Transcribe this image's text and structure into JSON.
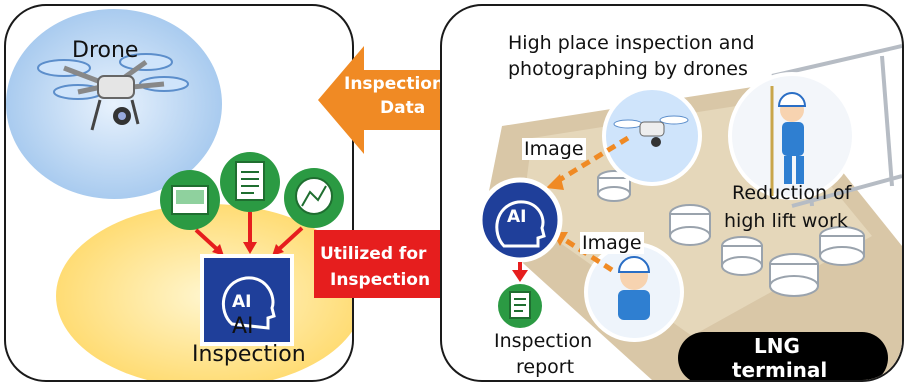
{
  "left": {
    "drone_label": "Drone",
    "ai_badge": "AI",
    "ai_label_line1": "AI",
    "ai_label_line2": "Inspection"
  },
  "arrows": {
    "inspection_data_line1": "Inspection",
    "inspection_data_line2": "Data",
    "utilized_line1": "Utilized for",
    "utilized_line2": "Inspection"
  },
  "right": {
    "high_place_line1": "High place inspection and",
    "high_place_line2": "photographing by drones",
    "image_label_top": "Image",
    "image_label_bottom": "Image",
    "reduction_line1": "Reduction of",
    "reduction_line2": "high lift work",
    "ai_badge": "AI",
    "report_line1": "Inspection",
    "report_line2": "report",
    "lng_line1": "LNG",
    "lng_line2": "terminal"
  },
  "colors": {
    "orange_arrow": "#f08a24",
    "red_arrow": "#e61e1e",
    "ai_blue": "#1f3f9a",
    "doc_green": "#2b9a43",
    "sky_blue": "#a9cbef",
    "glow_yellow": "#ffe38a"
  }
}
